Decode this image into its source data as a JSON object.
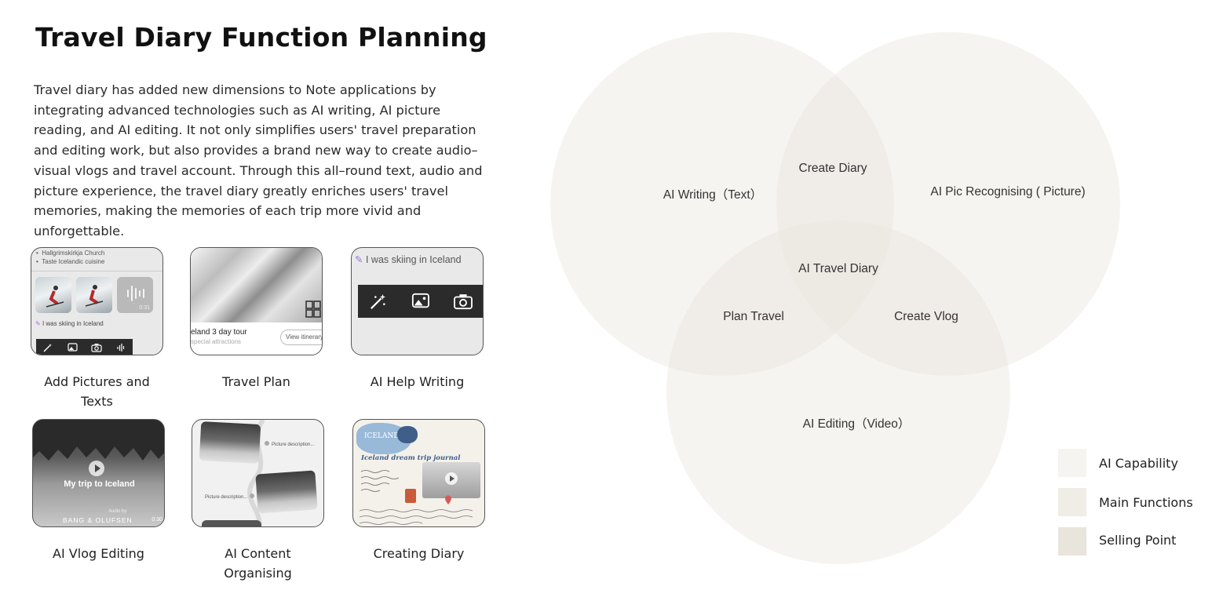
{
  "title": "Travel Diary Function Planning",
  "intro": "Travel diary has added new dimensions to Note applications by integrating advanced technologies such as AI writing, AI picture reading, and AI editing. It not only simplifies users' travel preparation and editing work, but also provides a brand new way to create audio–visual vlogs and travel account. Through this all–round text, audio and picture experience, the travel diary greatly enriches users' travel memories, making the memories of each trip more vivid and unforgettable.",
  "cards": [
    {
      "caption": "Add Pictures and Texts",
      "list_items": [
        "Hallgrimskirkja Church",
        "Taste Icelandic cuisine"
      ],
      "audio_duration": "0:31",
      "note": "I was skiing in Iceland"
    },
    {
      "caption": "Travel Plan",
      "plan_title": "eland 3 day tour",
      "plan_subtitle": "special attractions",
      "plan_button": "View itinerary"
    },
    {
      "caption": "AI Help Writing",
      "note": "I was skiing in Iceland"
    },
    {
      "caption": "AI Vlog Editing",
      "video_title": "My trip to Iceland",
      "audio_by": "Audio by",
      "brand": "BANG & OLUFSEN",
      "duration": "0:30"
    },
    {
      "caption": "AI Content Organising",
      "desc_1": "Picture description...",
      "desc_2": "Picture description..."
    },
    {
      "caption": "Creating Diary",
      "badge": "ICELAND",
      "journal_title": "Iceland dream trip journal"
    }
  ],
  "venn": {
    "circles": [
      {
        "name": "AI Writing（Text）",
        "color": "#f3f0ea"
      },
      {
        "name": "AI Pic Recognising ( Picture)",
        "color": "#f3f0ea"
      },
      {
        "name": "AI Editing（Video）",
        "color": "#f3f0ea"
      }
    ],
    "intersections": {
      "text_picture": "Create Diary",
      "text_video": "Plan Travel",
      "picture_video": "Create Vlog",
      "all": "AI Travel Diary"
    }
  },
  "legend": [
    {
      "label": "AI Capability",
      "color": "#f6f4f0"
    },
    {
      "label": "Main Functions",
      "color": "#f0ece6"
    },
    {
      "label": "Selling Point",
      "color": "#e9e4dc"
    }
  ]
}
